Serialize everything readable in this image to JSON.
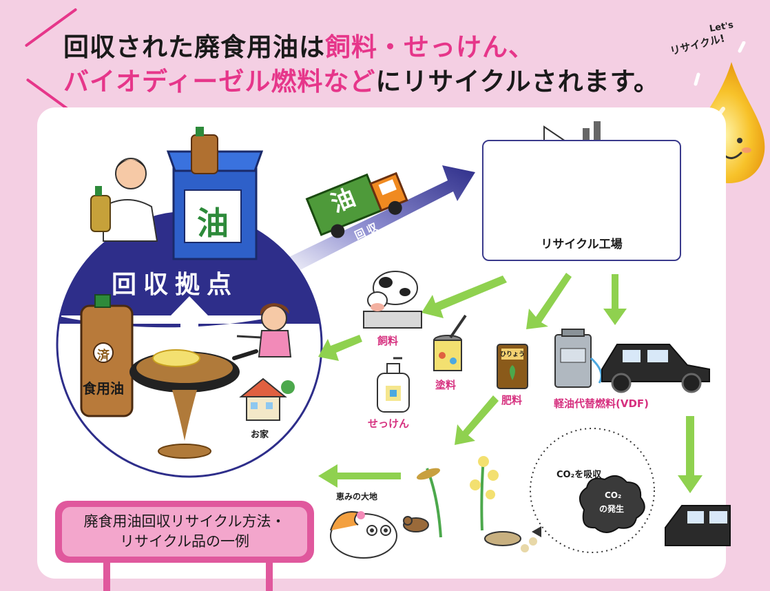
{
  "header": {
    "line1_part1": "回収された廃食用油は",
    "line1_part2": "飼料・せっけん、",
    "line2_part1": "バイオディーゼル燃料など",
    "line2_part2": "にリサイクルされます。"
  },
  "mascot": {
    "line1": "Let's",
    "line2": "リサイクル!"
  },
  "collection": {
    "bin_label": "油",
    "title": "回収拠点",
    "bottle_mark": "済",
    "bottle_label": "食用油",
    "home_label": "お家"
  },
  "truck": {
    "label": "油",
    "arrow_label": "回収"
  },
  "factory": {
    "label": "リサイクル工場"
  },
  "products": {
    "feed": "飼料",
    "soap": "せっけん",
    "paint": "塗料",
    "fertilizer": "肥料",
    "fertilizer_bag": "ひりょう",
    "fuel": "軽油代替燃料(VDF)"
  },
  "earth": {
    "label": "恵みの大地"
  },
  "co2": {
    "absorb_text": "CO₂を吸収",
    "cloud_line1": "CO₂",
    "cloud_line2": "の発生"
  },
  "caption": {
    "line1": "廃食用油回収リサイクル方法・",
    "line2": "リサイクル品の一例"
  },
  "colors": {
    "pink": "#e6368a",
    "navy": "#2e2e8a",
    "green_arrow": "#8fd14f",
    "background": "#f4cfe3"
  }
}
